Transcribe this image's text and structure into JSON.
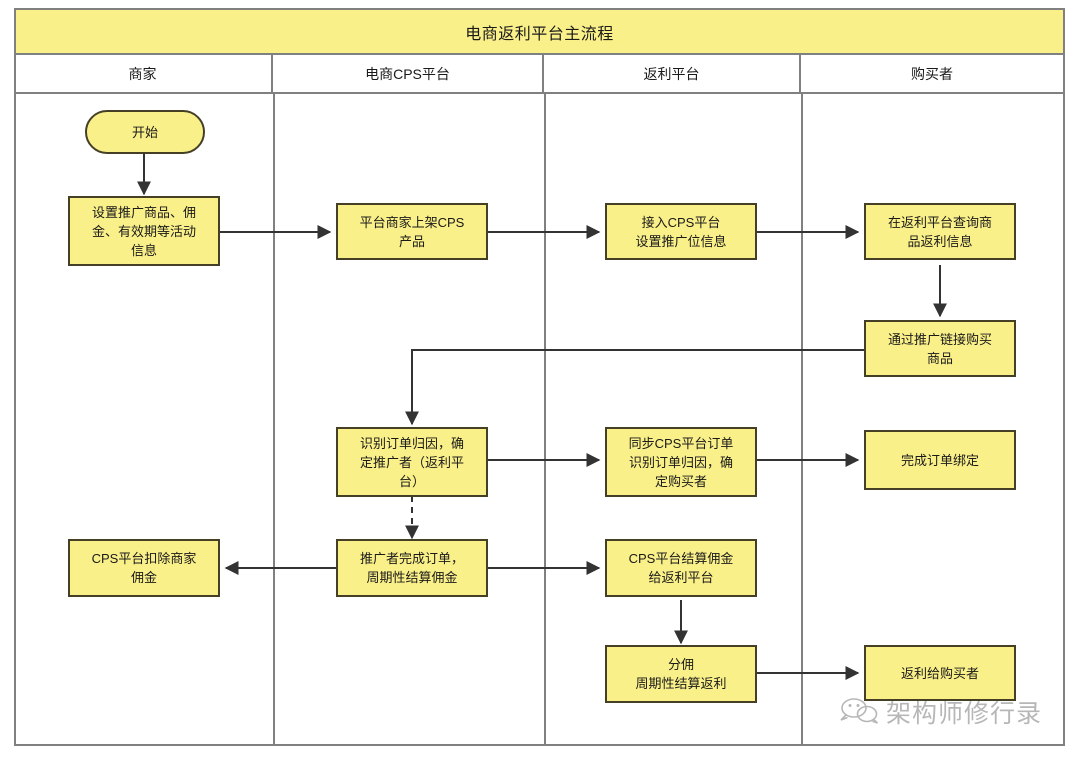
{
  "diagram": {
    "title": "电商返利平台主流程",
    "type": "swimlane-flowchart",
    "colors": {
      "node_fill": "#faf089",
      "node_stroke": "#453f26",
      "lane_stroke": "#808080",
      "title_fill": "#faf089",
      "edge_stroke": "#333333"
    },
    "lanes": [
      {
        "id": "merchant",
        "label": "商家"
      },
      {
        "id": "cps",
        "label": "电商CPS平台"
      },
      {
        "id": "rebate",
        "label": "返利平台"
      },
      {
        "id": "buyer",
        "label": "购买者"
      }
    ],
    "nodes": [
      {
        "id": "start",
        "lane": "merchant",
        "shape": "terminator",
        "label": "开始"
      },
      {
        "id": "setup",
        "lane": "merchant",
        "shape": "process",
        "label": "设置推广商品、佣\n金、有效期等活动\n信息"
      },
      {
        "id": "listing",
        "lane": "cps",
        "shape": "process",
        "label": "平台商家上架CPS\n产品"
      },
      {
        "id": "connect",
        "lane": "rebate",
        "shape": "process",
        "label": "接入CPS平台\n设置推广位信息"
      },
      {
        "id": "query",
        "lane": "buyer",
        "shape": "process",
        "label": "在返利平台查询商\n品返利信息"
      },
      {
        "id": "purchase",
        "lane": "buyer",
        "shape": "process",
        "label": "通过推广链接购买\n商品"
      },
      {
        "id": "attribute",
        "lane": "cps",
        "shape": "process",
        "label": "识别订单归因，确\n定推广者（返利平\n台）"
      },
      {
        "id": "sync",
        "lane": "rebate",
        "shape": "process",
        "label": "同步CPS平台订单\n识别订单归因，确\n定购买者"
      },
      {
        "id": "bind",
        "lane": "buyer",
        "shape": "process",
        "label": "完成订单绑定"
      },
      {
        "id": "deduct",
        "lane": "merchant",
        "shape": "process",
        "label": "CPS平台扣除商家\n佣金"
      },
      {
        "id": "settle",
        "lane": "cps",
        "shape": "process",
        "label": "推广者完成订单，\n周期性结算佣金"
      },
      {
        "id": "payout",
        "lane": "rebate",
        "shape": "process",
        "label": "CPS平台结算佣金\n给返利平台"
      },
      {
        "id": "split",
        "lane": "rebate",
        "shape": "process",
        "label": "分佣\n周期性结算返利"
      },
      {
        "id": "rebate_buyer",
        "lane": "buyer",
        "shape": "process",
        "label": "返利给购买者"
      }
    ],
    "edges": [
      {
        "from": "start",
        "to": "setup",
        "style": "solid"
      },
      {
        "from": "setup",
        "to": "listing",
        "style": "solid"
      },
      {
        "from": "listing",
        "to": "connect",
        "style": "solid"
      },
      {
        "from": "connect",
        "to": "query",
        "style": "solid"
      },
      {
        "from": "query",
        "to": "purchase",
        "style": "solid"
      },
      {
        "from": "purchase",
        "to": "attribute",
        "style": "solid"
      },
      {
        "from": "attribute",
        "to": "sync",
        "style": "solid"
      },
      {
        "from": "sync",
        "to": "bind",
        "style": "solid"
      },
      {
        "from": "attribute",
        "to": "settle",
        "style": "dashed"
      },
      {
        "from": "settle",
        "to": "deduct",
        "style": "solid"
      },
      {
        "from": "settle",
        "to": "payout",
        "style": "solid"
      },
      {
        "from": "payout",
        "to": "split",
        "style": "solid"
      },
      {
        "from": "split",
        "to": "rebate_buyer",
        "style": "solid"
      }
    ]
  },
  "watermark": {
    "text": "架构师修行录",
    "icon": "wechat-icon"
  }
}
